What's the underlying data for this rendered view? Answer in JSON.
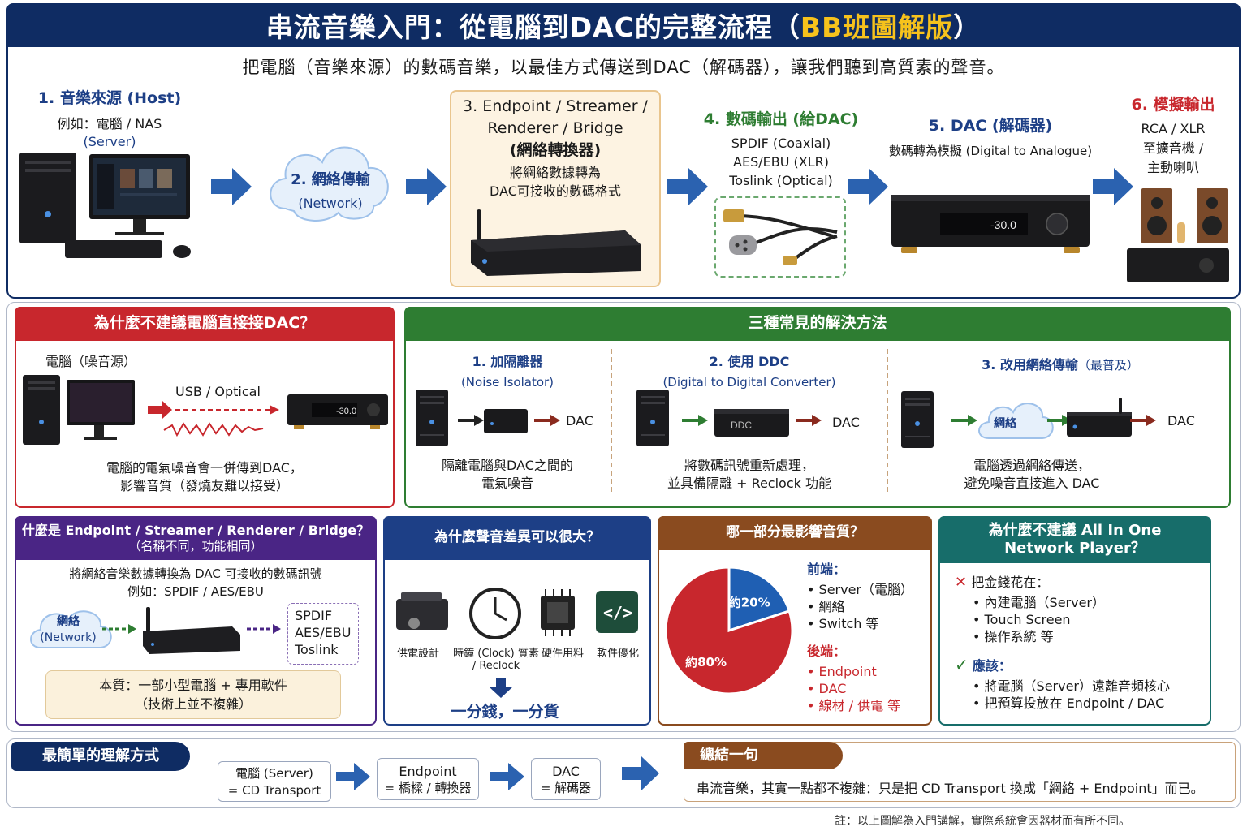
{
  "title": {
    "main": "串流音樂入門：從電腦到DAC的完整流程（",
    "highlight": "BB班圖解版",
    "end": "）"
  },
  "subtitle": "把電腦（音樂來源）的數碼音樂，以最佳方式傳送到DAC（解碼器），讓我們聽到高質素的聲音。",
  "steps": {
    "s1": {
      "title": "1. 音樂來源 (Host)",
      "line1": "例如：電腦 / NAS",
      "line2": "(Server)"
    },
    "s2": {
      "title": "2. 網絡傳輸",
      "line1": "(Network)"
    },
    "s3": {
      "title1": "3. Endpoint / Streamer /",
      "title2": "Renderer / Bridge",
      "title3": "(網絡轉換器)",
      "line1": "將網絡數據轉為",
      "line2": "DAC可接收的數碼格式"
    },
    "s4": {
      "title": "4. 數碼輸出 (給DAC)",
      "line1": "SPDIF (Coaxial)",
      "line2": "AES/EBU (XLR)",
      "line3": "Toslink (Optical)"
    },
    "s5": {
      "title": "5. DAC (解碼器)",
      "line1": "數碼轉為模擬 (Digital to Analogue)",
      "display": "-30.0"
    },
    "s6": {
      "title": "6. 模擬輸出",
      "line1": "RCA / XLR",
      "line2": "至擴音機 /",
      "line3": "主動喇叭"
    }
  },
  "why_not": {
    "header": "為什麼不建議電腦直接接DAC？",
    "pc_label": "電腦（噪音源）",
    "link_label": "USB / Optical",
    "display": "-30.0",
    "desc1": "電腦的電氣噪音會一併傳到DAC，",
    "desc2": "影響音質（發燒友難以接受）"
  },
  "solutions": {
    "header": "三種常見的解決方法",
    "s1": {
      "title": "1. 加隔離器",
      "sub": "(Noise Isolator)",
      "dac": "DAC",
      "desc1": "隔離電腦與DAC之間的",
      "desc2": "電氣噪音"
    },
    "s2": {
      "title": "2. 使用 DDC",
      "sub": "(Digital to Digital Converter)",
      "box": "DDC",
      "dac": "DAC",
      "desc1": "將數碼訊號重新處理，",
      "desc2": "並具備隔離 + Reclock 功能"
    },
    "s3": {
      "title": "3. 改用網絡傳輸",
      "title_note": "（最普及）",
      "cloud": "網絡",
      "dac": "DAC",
      "desc1": "電腦透過網絡傳送，",
      "desc2": "避免噪音直接進入 DAC"
    }
  },
  "what_endpoint": {
    "header1": "什麼是 Endpoint / Streamer / Renderer / Bridge？",
    "header2": "（名稱不同，功能相同）",
    "desc1": "將網絡音樂數據轉換為 DAC 可接收的數碼訊號",
    "desc2": "例如：SPDIF / AES/EBU",
    "cloud1": "網絡",
    "cloud2": "(Network)",
    "outputs": [
      "SPDIF",
      "AES/EBU",
      "Toslink"
    ],
    "essence1": "本質：一部小型電腦 + 專用軟件",
    "essence2": "（技術上並不複雜）"
  },
  "why_diff": {
    "header": "為什麼聲音差異可以很大？",
    "items": [
      "供電設計",
      "時鐘 (Clock) 質素",
      "硬件用料",
      "軟件優化"
    ],
    "reclock": "/ Reclock",
    "code_glyph": "</>",
    "conclusion": "一分錢，一分貨"
  },
  "which_part": {
    "header": "哪一部分最影響音質？",
    "front_label": "前端：",
    "front_items": [
      "Server（電腦）",
      "網絡",
      "Switch 等"
    ],
    "back_label": "後端：",
    "back_items": [
      "Endpoint",
      "DAC",
      "線材 / 供電 等"
    ],
    "pie_small_label": "約20%",
    "pie_big_label": "約80%"
  },
  "chart_data": {
    "type": "pie",
    "categories": [
      "前端",
      "後端"
    ],
    "values": [
      20,
      80
    ],
    "labels": [
      "約20%",
      "約80%"
    ],
    "colors": [
      "#1f5fb3",
      "#c8272d"
    ]
  },
  "all_in_one": {
    "header1": "為什麼不建議 All In  One",
    "header2": "Network Player？",
    "bad_label": "把金錢花在：",
    "bad_items": [
      "內建電腦（Server）",
      "Touch Screen",
      "操作系統 等"
    ],
    "good_label": "應該：",
    "good_items": [
      "將電腦（Server）遠離音頻核心",
      "把預算投放在 Endpoint / DAC"
    ]
  },
  "simple": {
    "header": "最簡單的理解方式",
    "box1": {
      "l1": "電腦 (Server)",
      "l2": "= CD Transport"
    },
    "box2": {
      "l1": "Endpoint",
      "l2": "= 橋樑 / 轉換器"
    },
    "box3": {
      "l1": "DAC",
      "l2": "= 解碼器"
    }
  },
  "summary": {
    "header": "總結一句",
    "text": "串流音樂，其實一點都不複雜：只是把 CD Transport 換成「網絡 + Endpoint」而已。"
  },
  "footnote": "註：以上圖解為入門講解，實際系統會因器材而有所不同。",
  "colors": {
    "navy": "#0f2c63",
    "red": "#c8272d",
    "green": "#2e7d32",
    "purple": "#4a2585",
    "blue": "#1d3f86",
    "brown": "#8a4b1f",
    "teal": "#176d6a"
  }
}
